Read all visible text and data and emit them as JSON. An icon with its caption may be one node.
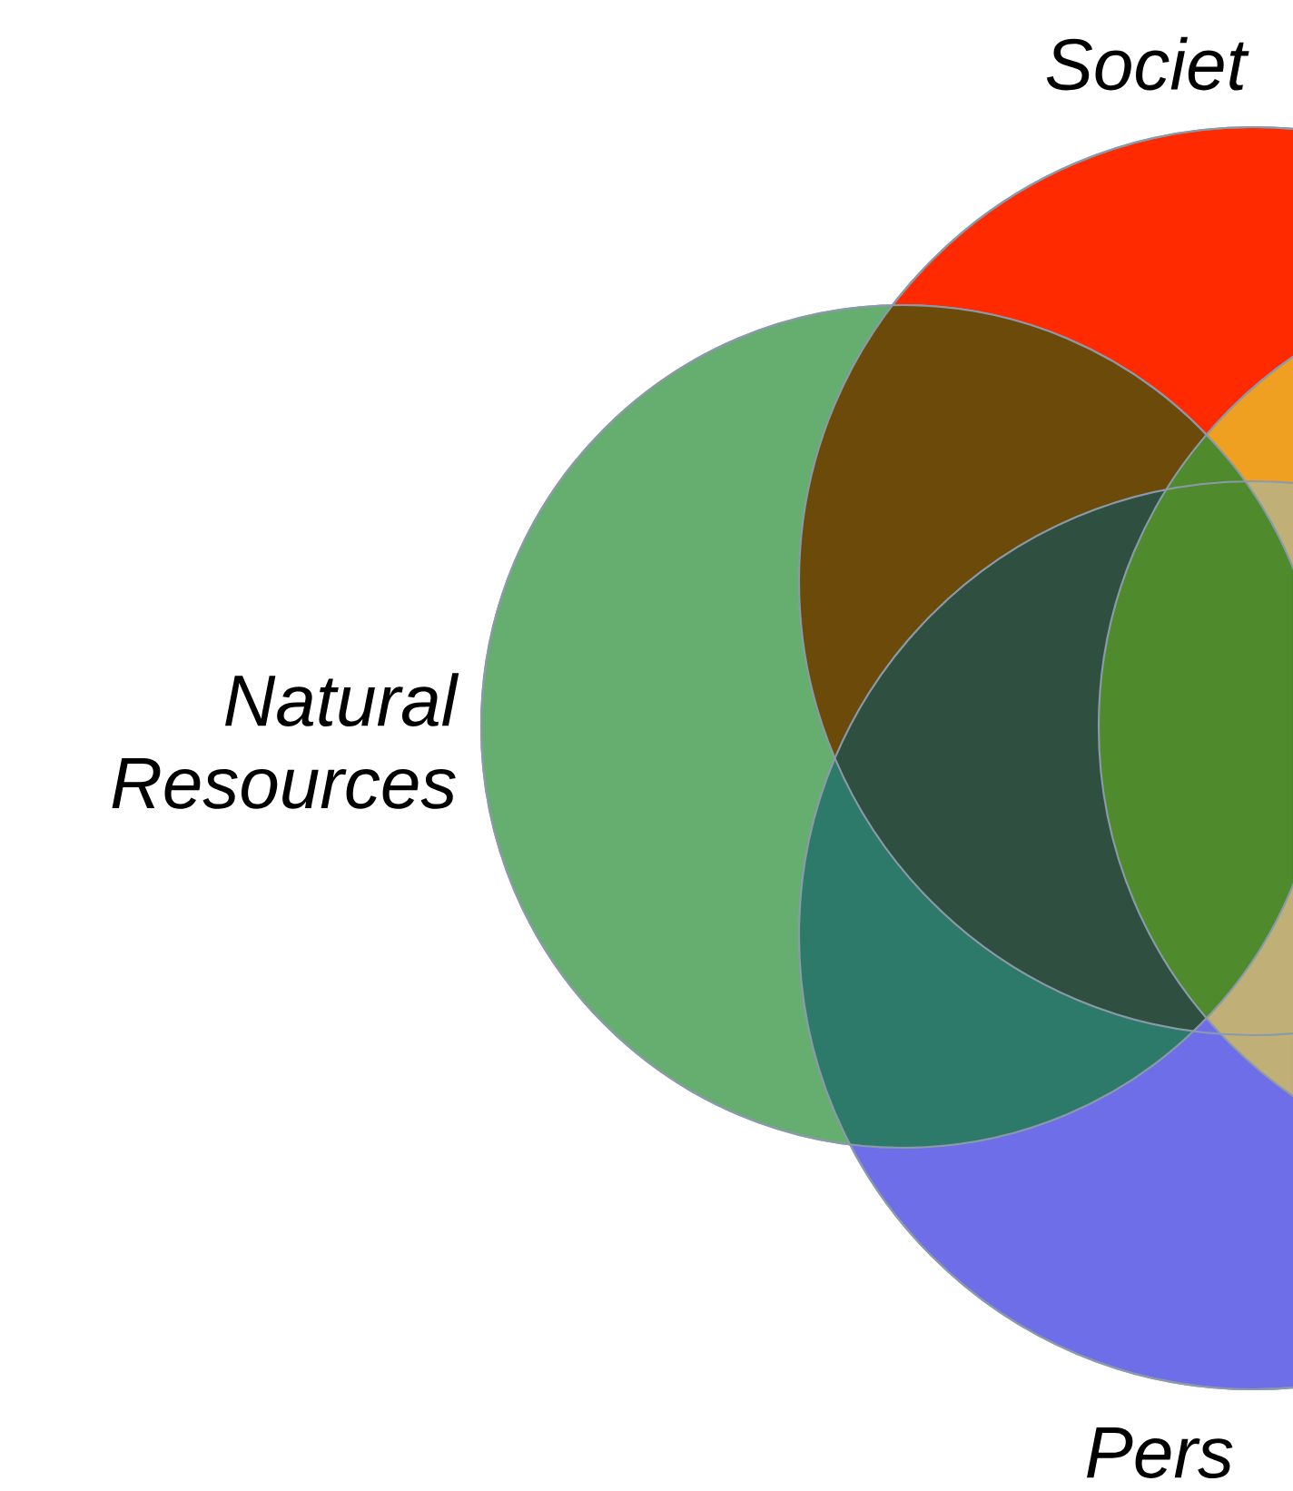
{
  "diagram": {
    "nodes": [
      {
        "text": [
          "Societ"
        ]
      },
      {
        "text": [
          "Natural Resources"
        ]
      },
      {
        "text": [],
        "shape": "circle"
      },
      {
        "text": [
          "Pers"
        ]
      }
    ]
  }
}
